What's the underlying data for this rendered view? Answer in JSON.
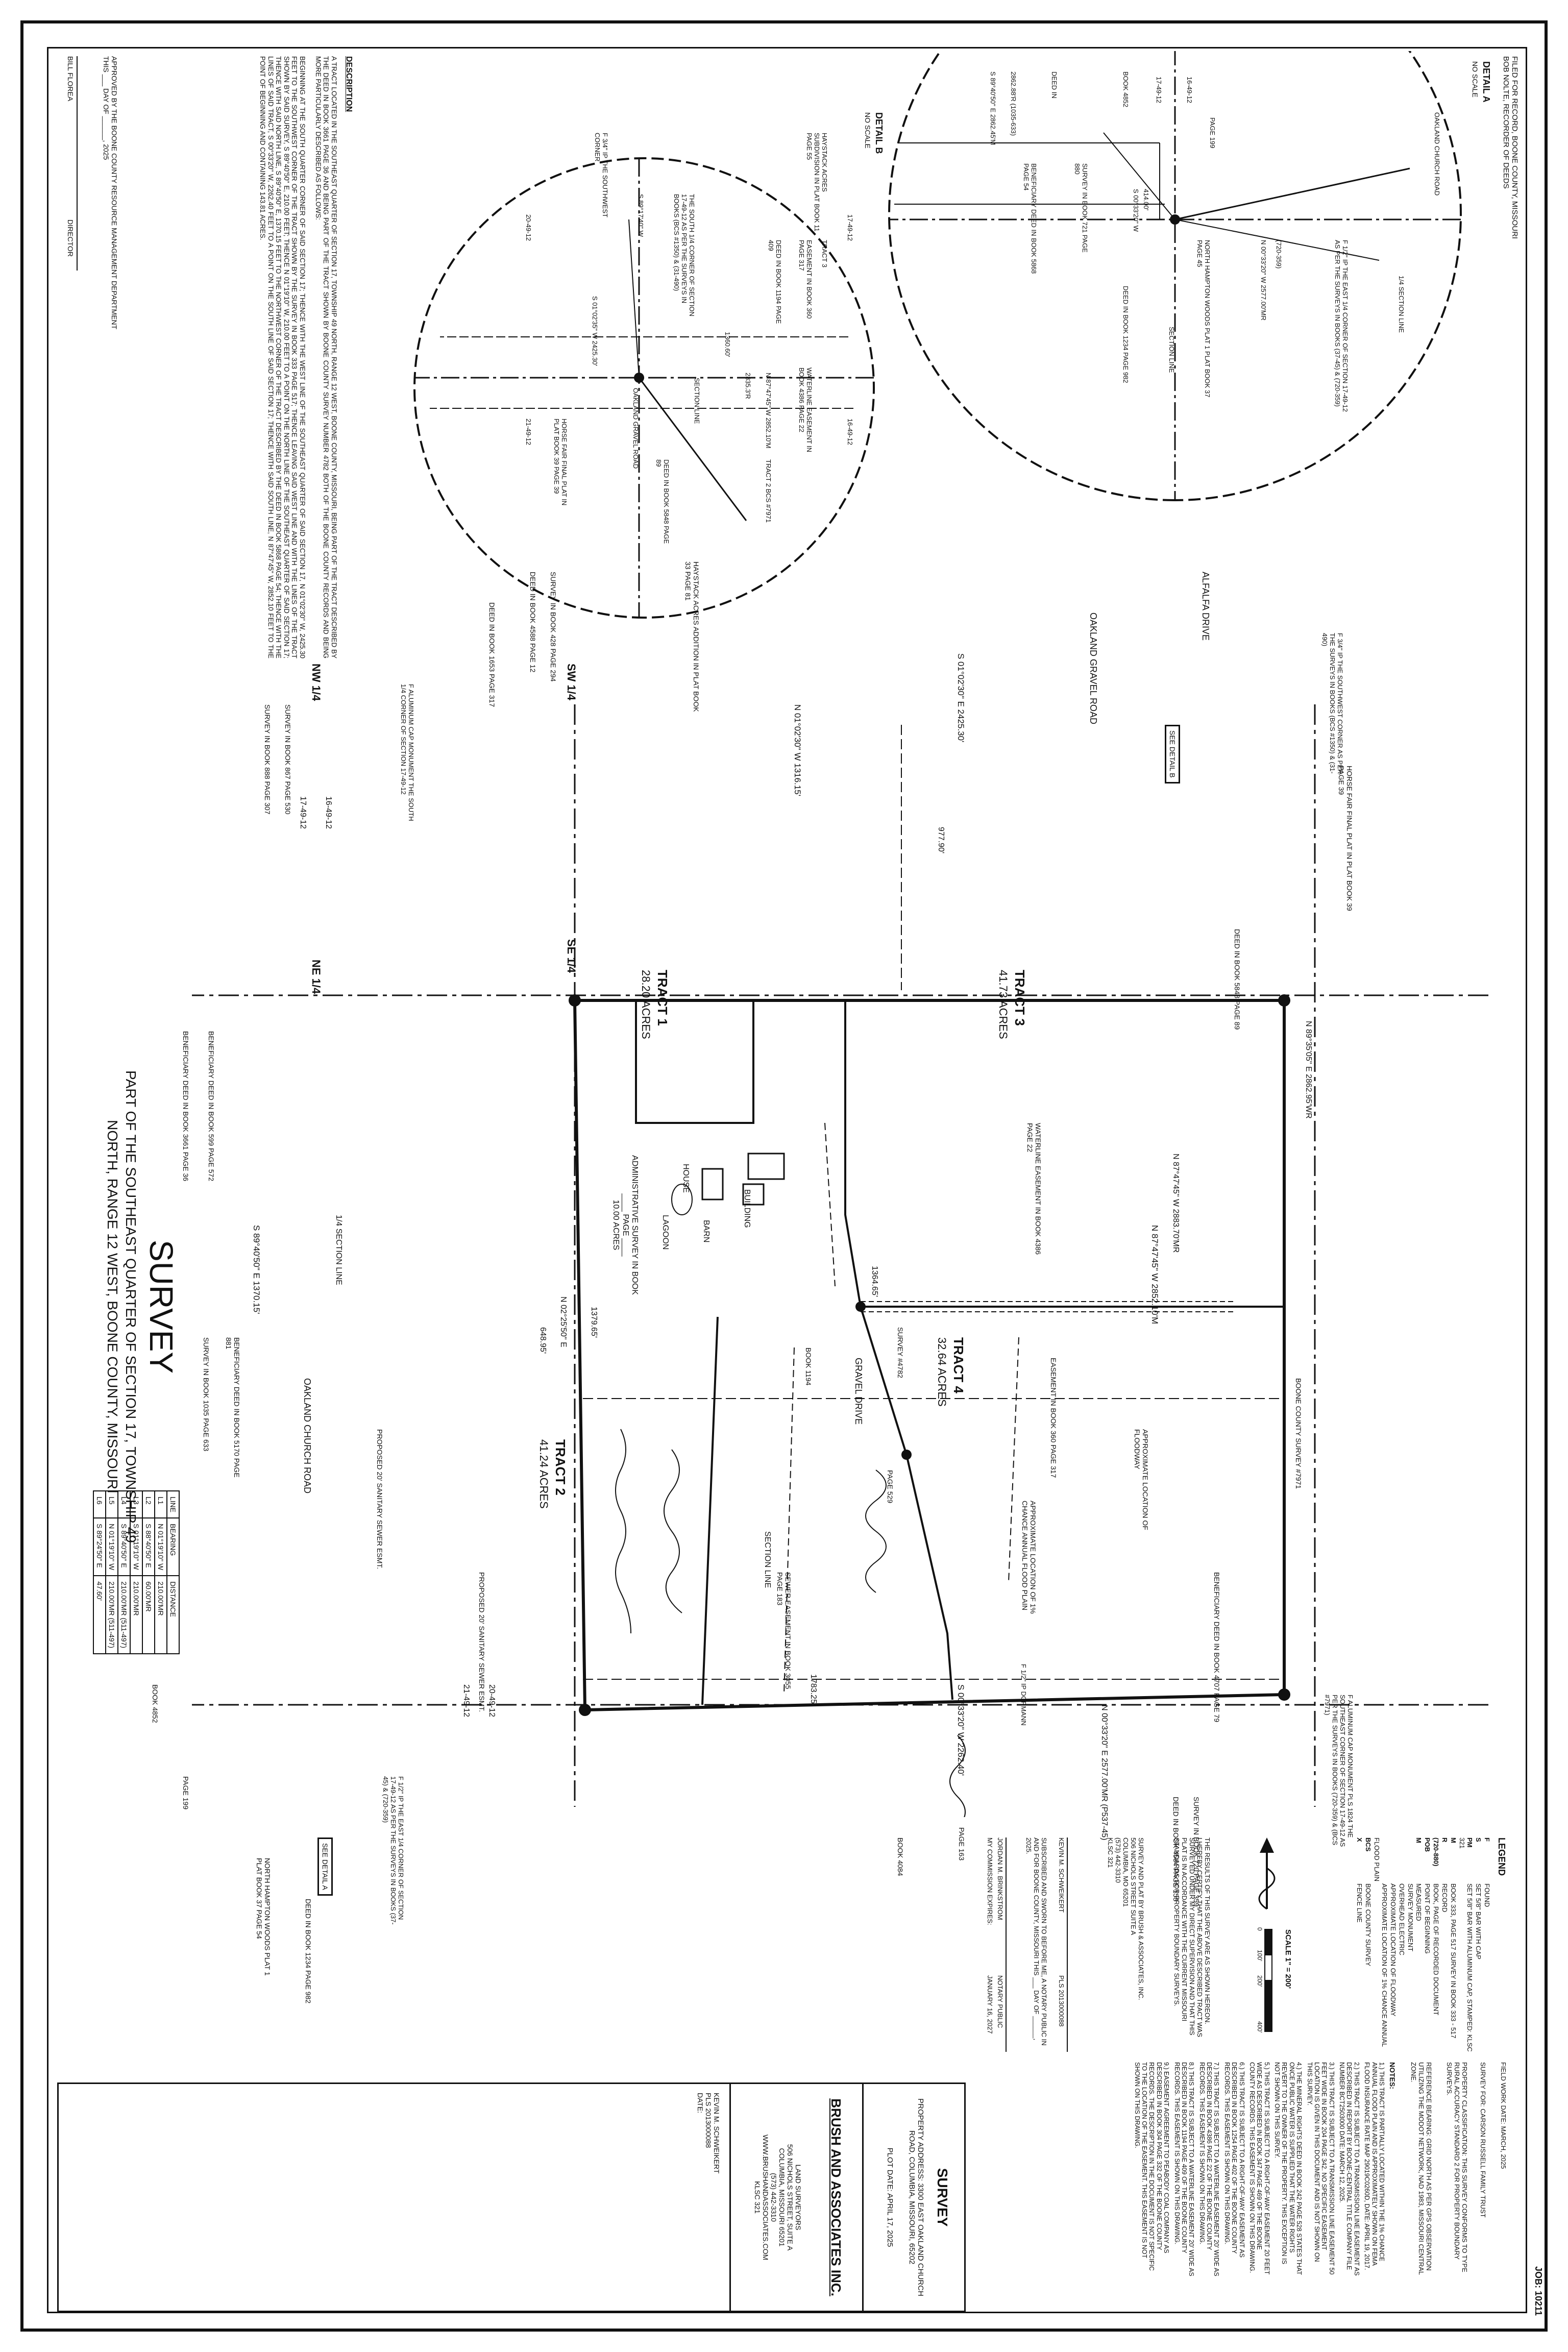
{
  "header": {
    "title": "SURVEY",
    "subtitle_line1": "PART OF THE SOUTHEAST QUARTER OF SECTION 17, TOWNSHIP 49",
    "subtitle_line2": "NORTH, RANGE 12 WEST, BOONE COUNTY, MISSOURI"
  },
  "job_number": "JOB: 10211",
  "title_block": {
    "survey_label": "SURVEY",
    "property_address": "PROPERTY ADDRESS: 3300 EAST OAKLAND CHURCH ROAD, COLUMBIA, MISSOURI, 65202",
    "plot_date": "PLOT DATE: APRIL 17, 2025",
    "firm_name": "BRUSH AND ASSOCIATES INC.",
    "firm_info": "LAND SURVEYORS\n506 NICHOLS STREET, SUITE A\nCOLUMBIA, MISSOURI 65201\n(573) 442-3310\nWWW.BRUSHANDASSOCIATES.COM\nKLSC 321",
    "surveyor_block": "KEVIN M. SCHWEIKERT\nPLS 2013000088\nDATE:"
  },
  "legend": {
    "title": "LEGEND",
    "items": [
      {
        "sym": "F",
        "label": "FOUND"
      },
      {
        "sym": "S",
        "label": "SET 5/8\" BAR WITH CAP"
      },
      {
        "sym": "PM",
        "label": "SET 5/8\" BAR WITH ALUMINUM CAP, STAMPED: KLSC 321"
      },
      {
        "sym": "M",
        "label": "BOOK 333, PAGE 517 SURVEY IN BOOK 333 - 517"
      },
      {
        "sym": "R",
        "label": "RECORD"
      },
      {
        "sym": "(720-880)",
        "label": "BOOK, PAGE OF RECORDED DOCUMENT"
      },
      {
        "sym": "POB",
        "label": "POINT OF BEGINNING"
      },
      {
        "sym": "M",
        "label": "MEASURED"
      },
      {
        "sym": "",
        "label": "SURVEY MONUMENT"
      },
      {
        "sym": "",
        "label": "OVERHEAD ELECTRIC"
      },
      {
        "sym": "",
        "label": "APPROXIMATE LOCATION OF FLOODWAY"
      },
      {
        "sym": "",
        "label": "APPROXIMATE LOCATION OF 1% CHANCE ANNUAL FLOOD PLAIN"
      },
      {
        "sym": "BCS",
        "label": "BOONE COUNTY SURVEY"
      },
      {
        "sym": "X",
        "label": "FENCE LINE"
      }
    ],
    "scale_text": "SCALE 1\" = 200'",
    "scale_ticks": [
      "0",
      "100'",
      "200'",
      "400'"
    ]
  },
  "field_work_date": "FIELD WORK DATE: MARCH, 2025",
  "survey_for": "SURVEY FOR: CARSON RUSSELL FAMILY TRUST",
  "property_classification": "PROPERTY CLASSIFICATION: THIS SURVEY CONFORMS TO TYPE RURAL ACCURACY STANDARD 2 FOR PROPERTY BOUNDARY SURVEYS.",
  "reference_bearing": "REFERENCE BEARING: GRID NORTH AS PER GPS OBSERVATION UTILIZING THE MODOT NETWORK, NAD 1983, MISSOURI CENTRAL ZONE.",
  "notes_title": "NOTES:",
  "notes": [
    "1.) THIS TRACT IS PARTIALLY LOCATED WITHIN THE 1% CHANCE ANNUAL FLOOD PLAIN AND IS APPROXIMATELY SHOWN ON FEMA FLOOD INSURANCE RATE MAP 29019C0260D, DATE: APRIL 19, 2017.",
    "2.) THIS TRACT IS SUBJECT TO A TRANSMISSION LINE EASEMENT AS DESCRIBED IN REPORT BY BOONE-CENTRAL TITLE COMPANY FILE NUMBER BCT2503000 DATE: MARCH 12, 2025.",
    "3.) THIS TRACT IS SUBJECT TO A TRANSMISSION LINE EASEMENT 50 FEET WIDE IN BOOK 204 PAGE 342. NO SPECIFIC EASEMENT LOCATION IS GIVEN IN THIS DOCUMENT AND IS NOT SHOWN ON THIS SURVEY.",
    "4.) THE MINERAL RIGHTS DEED IN BOOK 242 PAGE 528 STATES THAT ONCE PUBLIC WATER IS SUPPLIED THAT THE WATER RIGHTS REVERT TO THE OWNER OF THE PROPERTY. THIS EXCEPTION IS NOT SHOWN ON THIS SURVEY.",
    "5.) THIS TRACT IS SUBJECT TO A RIGHT-OF-WAY EASEMENT 20 FEET WIDE AS DESCRIBED IN BOOK 347 PAGE 469 OF THE BOONE COUNTY RECORDS. THIS EASEMENT IS SHOWN ON THIS DRAWING.",
    "6.) THIS TRACT IS SUBJECT TO A RIGHT-OF-WAY EASEMENT AS DESCRIBED IN BOOK 1254 PAGE 402 OF THE BOONE COUNTY RECORDS. THIS EASEMENT IS SHOWN ON THIS DRAWING.",
    "7.) THIS TRACT IS SUBJECT TO A WATERLINE EASEMENT 20' WIDE AS DESCRIBED IN BOOK 4386 PAGE 22 OF THE BOONE COUNTY RECORDS. THIS EASEMENT IS SHOWN ON THIS DRAWING.",
    "8.) THIS TRACT IS SUBJECT TO A WATERLINE EASEMENT 20' WIDE AS DESCRIBED IN BOOK 1194 PAGE 409 OF THE BOONE COUNTY RECORDS. THIS EASEMENT IS SHOWN ON THIS DRAWING.",
    "9.) EASEMENT AGREEMENT TO PEABODY COAL COMPANY AS DESCRIBED IN BOOK 304 PAGE 332 OF THE BOONE COUNTY RECORDS. THE DESCRIPTION IN THE DOCUMENT IS NOT SPECIFIC TO THE LOCATION OF THE EASEMENT. THIS EASEMENT IS NOT SHOWN ON THIS DRAWING."
  ],
  "certification": "THE RESULTS OF THIS SURVEY ARE AS SHOWN HEREON.\nI HEREBY CERTIFY THAT THE ABOVE DESCRIBED TRACT WAS SURVEYED UNDER MY DIRECT SUPERVISION AND THAT THIS PLAT IS IN ACCORDANCE WITH THE CURRENT MISSOURI STANDARDS FOR PROPERTY BOUNDARY SURVEYS.",
  "survey_plat_by": "SURVEY AND PLAT BY BRUSH & ASSOCIATES, INC.\n506 NICHOLS STREET SUITE A\nCOLUMBIA, MO 65201\n(573) 442-3310\nKLSC 321",
  "signature": {
    "surveyor": "KEVIN M. SCHWEIKERT",
    "pls": "PLS 2013000088",
    "subscribed": "SUBSCRIBED AND SWORN TO BEFORE ME, A NOTARY PUBLIC IN AND FOR BOONE COUNTY, MISSOURI THIS ___ DAY OF ______, 2025.",
    "commission": "MY COMMISSION EXPIRES:",
    "notary_name": "JORDAN M. BRINKSTROM",
    "notary_title": "NOTARY PUBLIC",
    "notary_date": "JANUARY 16, 2027"
  },
  "bearing_table": {
    "headers": [
      "LINE",
      "BEARING",
      "DISTANCE"
    ],
    "rows": [
      [
        "L1",
        "N 01°19'10\" W",
        "210.00'MR"
      ],
      [
        "L2",
        "S 88°40'50\" E",
        "60.00'MR"
      ],
      [
        "L3",
        "S 01°19'10\" W",
        "210.00'MR"
      ],
      [
        "L4",
        "S 89°40'50\" E",
        "210.00'MR (511-497)"
      ],
      [
        "L5",
        "N 01°19'10\" W",
        "210.00'MR (511-497)"
      ],
      [
        "L6",
        "S 89°24'50\" E",
        "47.60'"
      ]
    ]
  },
  "plat": {
    "section_line": "SECTION LINE",
    "quarter_section_line": "1/4 SECTION LINE",
    "township_marks": [
      "16-49-12",
      "17-49-12",
      "20-49-12",
      "21-49-12"
    ],
    "quarters": [
      "NE 1/4",
      "SE 1/4",
      "SW 1/4",
      "NW 1/4"
    ],
    "tracts": [
      {
        "name": "TRACT 1",
        "area": "28.20 ACRES"
      },
      {
        "name": "TRACT 2",
        "area": "41.24 ACRES"
      },
      {
        "name": "TRACT 3",
        "area": "41.73 ACRES"
      },
      {
        "name": "TRACT 4",
        "area": "32.64 ACRES"
      }
    ],
    "admin_survey": "ADMINISTRATIVE SURVEY IN BOOK ____ PAGE ____\n10.00 ACRES",
    "road_oakland_church": "OAKLAND CHURCH ROAD",
    "road_oakland_gravel": "OAKLAND GRAVEL ROAD",
    "road_alfalfa": "ALFALFA DRIVE",
    "gravel_drive": "GRAVEL DRIVE",
    "house": "HOUSE",
    "building": "BUILDING",
    "barn": "BARN",
    "lagoon": "LAGOON",
    "line_north": "S 00°33'20\" W 2262.40'",
    "line_north_record": "N 00°33'20\" E 2577.00'MR (P537-45)",
    "line_west": "N 01°02'30\" W 1316.15'",
    "line_west2": "S 01°02'30\" E 2425.30'",
    "line_top": "S 89°40'50\" E 1370.15'",
    "line_bottom": "N 87°47'45\" W 2852.10'M",
    "line_bottom2": "N 87°47'45\" W 2883.70'MR",
    "line_bottom3": "N 89°35'05\" E 2862.95'WR",
    "line_mid": "N 02°25'50\" E",
    "dist_1783": "1783.25'",
    "dist_1364": "1364.65'",
    "dist_1379": "1379.65'",
    "dist_977": "977.90'",
    "dist_648": "648.95'",
    "easements": [
      "PROPOSED 20' SANITARY SEWER ESMT.",
      "PROPOSED 20' SANITARY SEWER ESMT.",
      "WATERLINE EASEMENT IN BOOK 4386 PAGE 22",
      "EASEMENT IN BOOK 360 PAGE 317",
      "SEWER EASEMENT IN BOOK 3055 PAGE 183",
      "APPROXIMATE LOCATION OF FLOODWAY",
      "APPROXIMATE LOCATION OF 1% CHANCE ANNUAL FLOOD PLAIN"
    ],
    "deeds": [
      "BENEFICIARY DEED IN BOOK 3661 PAGE 36",
      "BENEFICIARY DEED IN BOOK 599 PAGE 572",
      "SURVEY IN BOOK 1035 PAGE 633",
      "BENEFICIARY DEED IN BOOK 5170 PAGE 881",
      "SURVEY IN BOOK 888 PAGE 307",
      "SURVEY IN BOOK 867 PAGE 530",
      "DEED IN BOOK 1653 PAGE 317",
      "DEED IN BOOK 4588 PAGE 12",
      "SURVEY IN BOOK 428 PAGE 294",
      "HAYSTACK ACRES ADDITION IN PLAT BOOK 33 PAGE 81",
      "DEED IN BOOK 5848 PAGE 89",
      "BENEFICIARY DEED IN BOOK 4707 PAGE 79",
      "DEED IN BOOK 4584 PAGE 158",
      "SURVEY IN BOOK 720 PAGE 359",
      "DEED IN BOOK 1234 PAGE 982",
      "NORTH HAMPTON WOODS PLAT 1 PLAT BOOK 37 PAGE 54",
      "BOOK 4852",
      "PAGE 199",
      "BOOK 4084",
      "PAGE 163",
      "PAGE 529",
      "BOOK 1194",
      "SURVEY #4782",
      "BOONE COUNTY SURVEY #7971",
      "HORSE FAIR FINAL PLAT IN PLAT BOOK 39 PAGE 39"
    ],
    "corner_notes": [
      "F ALUMINUM CAP MONUMENT THE SOUTH 1/4 CORNER OF SECTION 17-49-12",
      "F 1/2\" IP THE EAST 1/4 CORNER OF SECTION 17-49-12 AS PER THE SURVEYS IN BOOKS (37-45) & (720-359)",
      "F ALUMINUM CAP MONUMENT PLS 1824 THE SOUTHEAST CORNER OF SECTION 17-49-12 AS PER THE SURVEYS IN BOOKS (720-359) & (BCS #7971)",
      "F 3/4\" IP THE SOUTHWEST CORNER AS PER THE SURVEYS IN BOOKS (BCS #1350) & (31-490)",
      "F 1/2\" IP DORMANN"
    ],
    "see_detail_a": "SEE DETAIL A",
    "see_detail_b": "SEE DETAIL B"
  },
  "detail_a": {
    "title": "DETAIL A",
    "scale": "NO SCALE",
    "labels": [
      "OAKLAND CHURCH ROAD",
      "1/4 SECTION LINE",
      "SECTION LINE",
      "F 1/2\" IP THE EAST 1/4 CORNER OF SECTION 17-49-12 AS PER THE SURVEYS IN BOOKS (37-45) & (720-359)",
      "(720-359)",
      "N 00°33'20\" W 2577.00'MR",
      "DEED IN BOOK 1234 PAGE 982",
      "NORTH HAMPTON WOODS PLAT 1 PLAT BOOK 37 PAGE 45",
      "BOOK 4852",
      "PAGE 199",
      "DEED IN",
      "2862.88'R (1035-633)",
      "S 89°40'50\" E 2862.45'M",
      "BENEFICIARY DEED IN BOOK 5868 PAGE 54",
      "SURVEY IN BOOK 721 PAGE 880",
      "414.00'",
      "S 00°33'20\" W",
      "16-49-12",
      "17-49-12"
    ]
  },
  "detail_b": {
    "title": "DETAIL B",
    "scale": "NO SCALE",
    "labels": [
      "TRACT 3",
      "EASEMENT IN BOOK 360 PAGE 317",
      "DEED IN BOOK 1194 PAGE 409",
      "WATERLINE EASEMENT IN BOOK 4386 PAGE 22",
      "SECTION LINE",
      "OAKLAND GRAVEL ROAD",
      "S 01°02'35\" W 2425.30'",
      "N 87°47'45\" W 2852.10'M",
      "2835.3'R",
      "1360.60'",
      "TRACT 2 BCS #7971",
      "DEED IN BOOK 5848 PAGE 89",
      "HORSE FAIR FINAL PLAT IN PLAT BOOK 39 PAGE 39",
      "THE SOUTH 1/4 CORNER OF SECTION 17-49-12 AS PER THE SURVEYS IN BOOKS (BCS #1350) & (31-490)",
      "S 89°17'40\" W",
      "HAYSTACK ACRES SUBDIVISION IN PLAT BOOK 11 PAGE 55",
      "F 3/4\" IP THE SOUTHWEST CORNER",
      "20-49-12",
      "17-49-12",
      "16-49-12",
      "21-49-12"
    ]
  },
  "filed": "FILED FOR RECORD, BOONE COUNTY, MISSOURI\nBOB NOLTE, RECORDER OF DEEDS",
  "description_title": "DESCRIPTION",
  "description": "A TRACT LOCATED IN THE SOUTHEAST QUARTER OF SECTION 17, TOWNSHIP 49 NORTH, RANGE 12 WEST, BOONE COUNTY, MISSOURI, BEING PART OF THE TRACT DESCRIBED BY THE DEED IN BOOK 3661 PAGE 36 AND BEING PART OF THE TRACT SHOWN BY BOONE COUNTY SURVEY NUMBER 4782 BOTH OF THE BOONE COUNTY RECORDS AND BEING MORE PARTICULARLY DESCRIBED AS FOLLOWS:\n\nBEGINNING AT THE SOUTH QUARTER CORNER OF SAID SECTION 17; THENCE WITH THE WEST LINE OF THE SOUTHEAST QUARTER OF SAID SECTION 17, N 01°02'30\" W, 2425.30 FEET TO THE SOUTHWEST CORNER OF THE TRACT SHOWN BY THE SURVEY IN BOOK 333 PAGE 517; THENCE LEAVING SAID WEST LINE AND WITH THE LINES OF THE TRACT SHOWN BY SAID SURVEY, S 89°40'50\" E, 210.00 FEET; THENCE N 01°19'10\" W, 210.00 FEET TO A POINT ON THE NORTH LINE OF THE SOUTHEAST QUARTER OF SAID SECTION 17; THENCE WITH SAID NORTH LINE, S 89°40'50\" E, 1370.15 FEET TO THE NORTHWEST CORNER OF THE TRACT DESCRIBED BY THE DEED IN BOOK 5868 PAGE 54; THENCE WITH THE LINES OF SAID TRACT, S 00°33'20\" W, 2262.40 FEET TO A POINT ON THE SOUTH LINE OF SAID SECTION 17; THENCE WITH SAID SOUTH LINE, N 87°47'45\" W, 2852.10 FEET TO THE POINT OF BEGINNING AND CONTAINING 143.81 ACRES.",
  "approval": {
    "text": "APPROVED BY THE BOONE COUNTY RESOURCE MANAGEMENT DEPARTMENT THIS ___ DAY OF ______, 2025",
    "name": "BILL FLOREA",
    "title": "DIRECTOR"
  }
}
